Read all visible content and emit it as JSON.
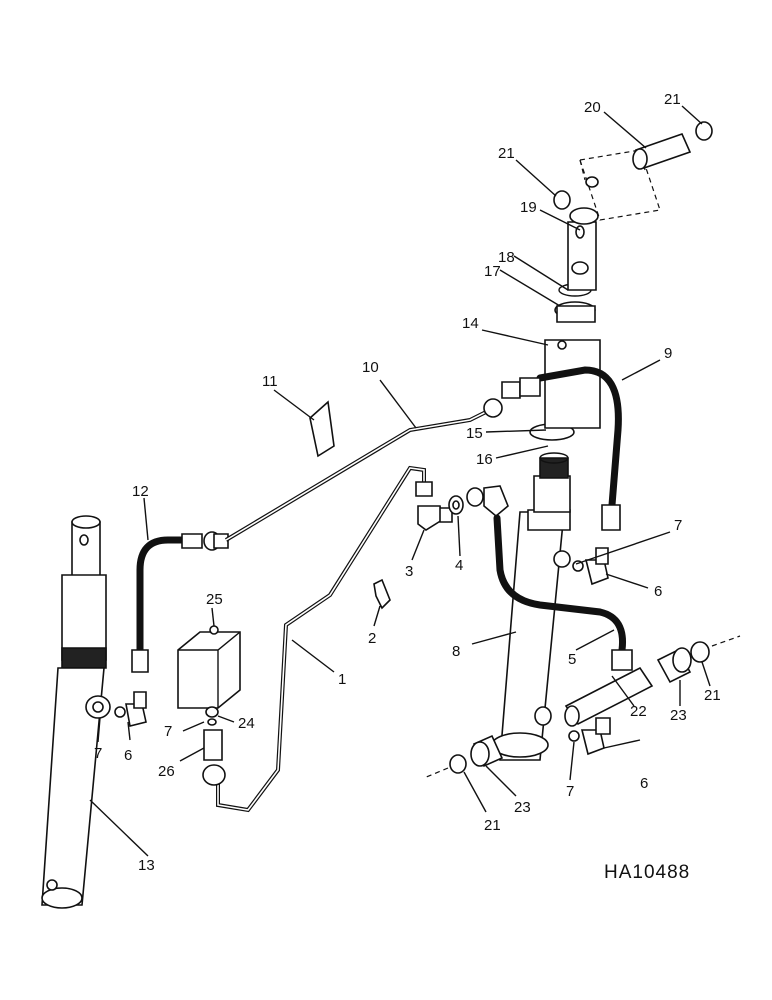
{
  "drawing_id": "HA10488",
  "callouts": [
    {
      "id": "c1",
      "text": "1"
    },
    {
      "id": "c2",
      "text": "2"
    },
    {
      "id": "c3",
      "text": "3"
    },
    {
      "id": "c4",
      "text": "4"
    },
    {
      "id": "c5",
      "text": "5"
    },
    {
      "id": "c6a",
      "text": "6"
    },
    {
      "id": "c6b",
      "text": "6"
    },
    {
      "id": "c6c",
      "text": "6"
    },
    {
      "id": "c7a",
      "text": "7"
    },
    {
      "id": "c7b",
      "text": "7"
    },
    {
      "id": "c7c",
      "text": "7"
    },
    {
      "id": "c7d",
      "text": "7"
    },
    {
      "id": "c8",
      "text": "8"
    },
    {
      "id": "c9",
      "text": "9"
    },
    {
      "id": "c10",
      "text": "10"
    },
    {
      "id": "c11",
      "text": "11"
    },
    {
      "id": "c12",
      "text": "12"
    },
    {
      "id": "c13",
      "text": "13"
    },
    {
      "id": "c14",
      "text": "14"
    },
    {
      "id": "c15",
      "text": "15"
    },
    {
      "id": "c16",
      "text": "16"
    },
    {
      "id": "c17",
      "text": "17"
    },
    {
      "id": "c18",
      "text": "18"
    },
    {
      "id": "c19",
      "text": "19"
    },
    {
      "id": "c20",
      "text": "20"
    },
    {
      "id": "c21a",
      "text": "21"
    },
    {
      "id": "c21b",
      "text": "21"
    },
    {
      "id": "c21c",
      "text": "21"
    },
    {
      "id": "c21d",
      "text": "21"
    },
    {
      "id": "c22",
      "text": "22"
    },
    {
      "id": "c23a",
      "text": "23"
    },
    {
      "id": "c23b",
      "text": "23"
    },
    {
      "id": "c24",
      "text": "24"
    },
    {
      "id": "c25",
      "text": "25"
    },
    {
      "id": "c26",
      "text": "26"
    }
  ]
}
